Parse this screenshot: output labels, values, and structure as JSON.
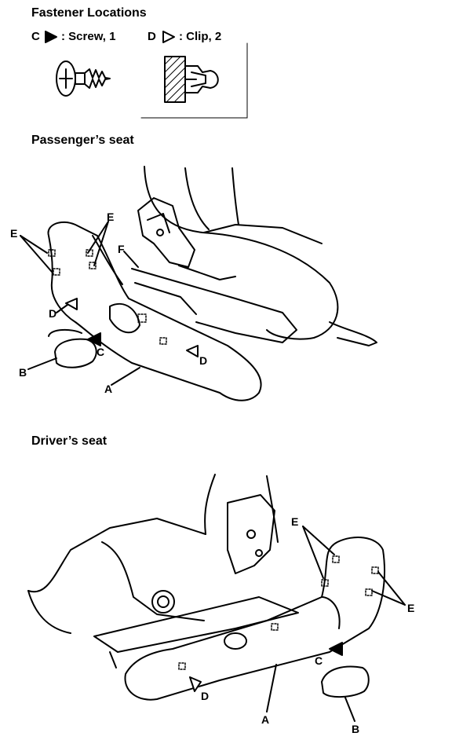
{
  "fastener_locations": {
    "title": "Fastener Locations",
    "legend": [
      {
        "letter": "C",
        "icon": "filled-triangle-icon",
        "label": ": Screw, 1"
      },
      {
        "letter": "D",
        "icon": "outline-triangle-icon",
        "label": ": Clip, 2"
      }
    ]
  },
  "passenger_seat": {
    "title": "Passenger’s seat",
    "callouts": {
      "A": "A",
      "B": "B",
      "C": "C",
      "D1": "D",
      "D2": "D",
      "E1": "E",
      "E2": "E",
      "F": "F"
    }
  },
  "driver_seat": {
    "title": "Driver’s seat",
    "callouts": {
      "A": "A",
      "B": "B",
      "C": "C",
      "D": "D",
      "E1": "E",
      "E2": "E"
    }
  }
}
